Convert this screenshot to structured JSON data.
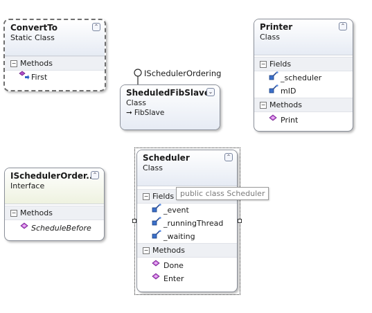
{
  "shapes": {
    "convertto": {
      "name": "ConvertTo",
      "kind": "Static Class",
      "section": "Methods",
      "items": [
        "First"
      ]
    },
    "printer": {
      "name": "Printer",
      "kind": "Class",
      "fields_label": "Fields",
      "fields": [
        "_scheduler",
        "mID"
      ],
      "methods_label": "Methods",
      "methods": [
        "Print"
      ]
    },
    "fibslave": {
      "name": "SheduledFibSlave",
      "kind": "Class",
      "base": "FibSlave",
      "lollipop": "ISchedulerOrdering"
    },
    "iface": {
      "name": "ISchedulerOrder...",
      "kind": "Interface",
      "section": "Methods",
      "items": [
        "ScheduleBefore"
      ]
    },
    "scheduler": {
      "name": "Scheduler",
      "kind": "Class",
      "fields_label": "Fields",
      "fields": [
        "_event",
        "_runningThread",
        "_waiting"
      ],
      "methods_label": "Methods",
      "methods": [
        "Done",
        "Enter"
      ]
    }
  },
  "tooltip": "public class Scheduler",
  "icons": {
    "toggle_collapse": "double-chevron-up-icon",
    "toggle_expand": "double-chevron-down-icon",
    "field": "field-icon",
    "method": "method-icon",
    "extension_method": "extension-method-icon"
  }
}
